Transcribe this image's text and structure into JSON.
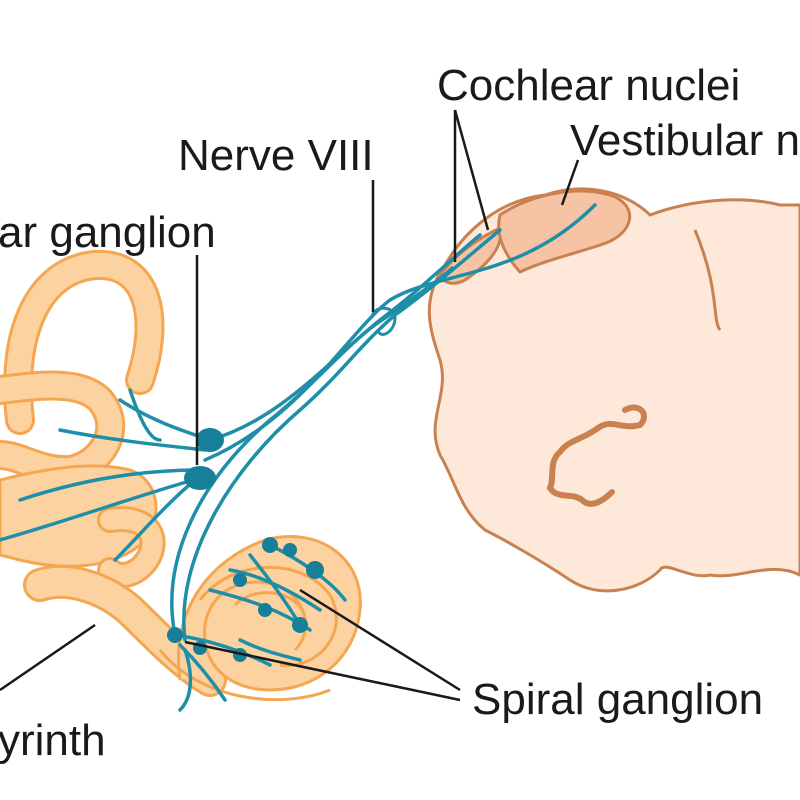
{
  "labels": {
    "cochlear_nuclei": "Cochlear nuclei",
    "vestibular_nuclei": "Vestibular n",
    "nerve_viii": "Nerve VIII",
    "vestibular_ganglion": "ar ganglion",
    "spiral_ganglion": "Spiral ganglion",
    "labyrinth": "yrinth"
  },
  "colors": {
    "labyrinth_fill": "#fcd3a0",
    "labyrinth_outline": "#f5a650",
    "brainstem_fill": "#fde8da",
    "brainstem_outline": "#c9824f",
    "nucleus_fill": "#f6c4a4",
    "nerve": "#1f8fa8",
    "ganglion": "#187f99",
    "leader": "#1a1a1a"
  }
}
